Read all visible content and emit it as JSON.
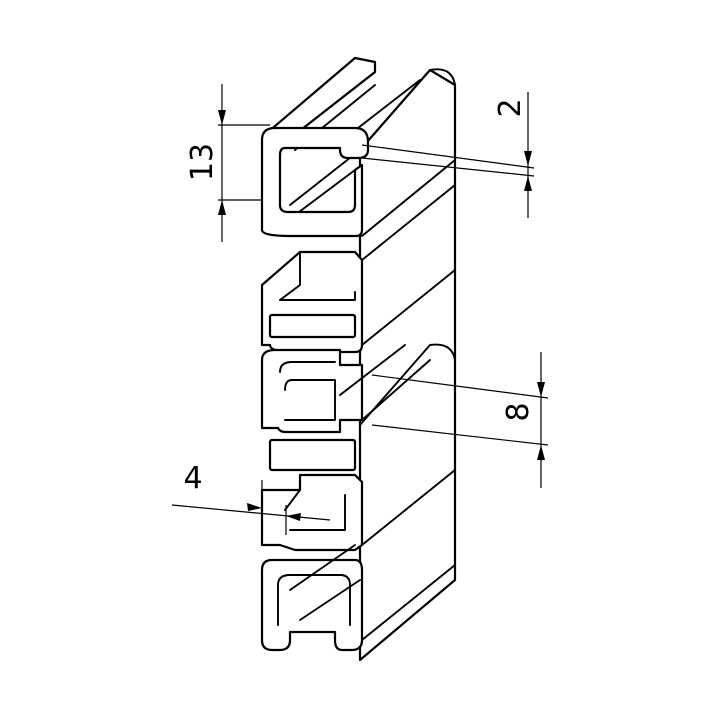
{
  "drawing": {
    "dimensions": [
      {
        "id": "slot-depth",
        "value": "13",
        "orientation": "vertical"
      },
      {
        "id": "lip-thickness",
        "value": "2",
        "orientation": "vertical"
      },
      {
        "id": "slot-opening",
        "value": "8",
        "orientation": "vertical"
      },
      {
        "id": "wall-thickness",
        "value": "4",
        "orientation": "horizontal"
      }
    ],
    "colors": {
      "line": "#000000",
      "fill": "#ffffff"
    }
  }
}
